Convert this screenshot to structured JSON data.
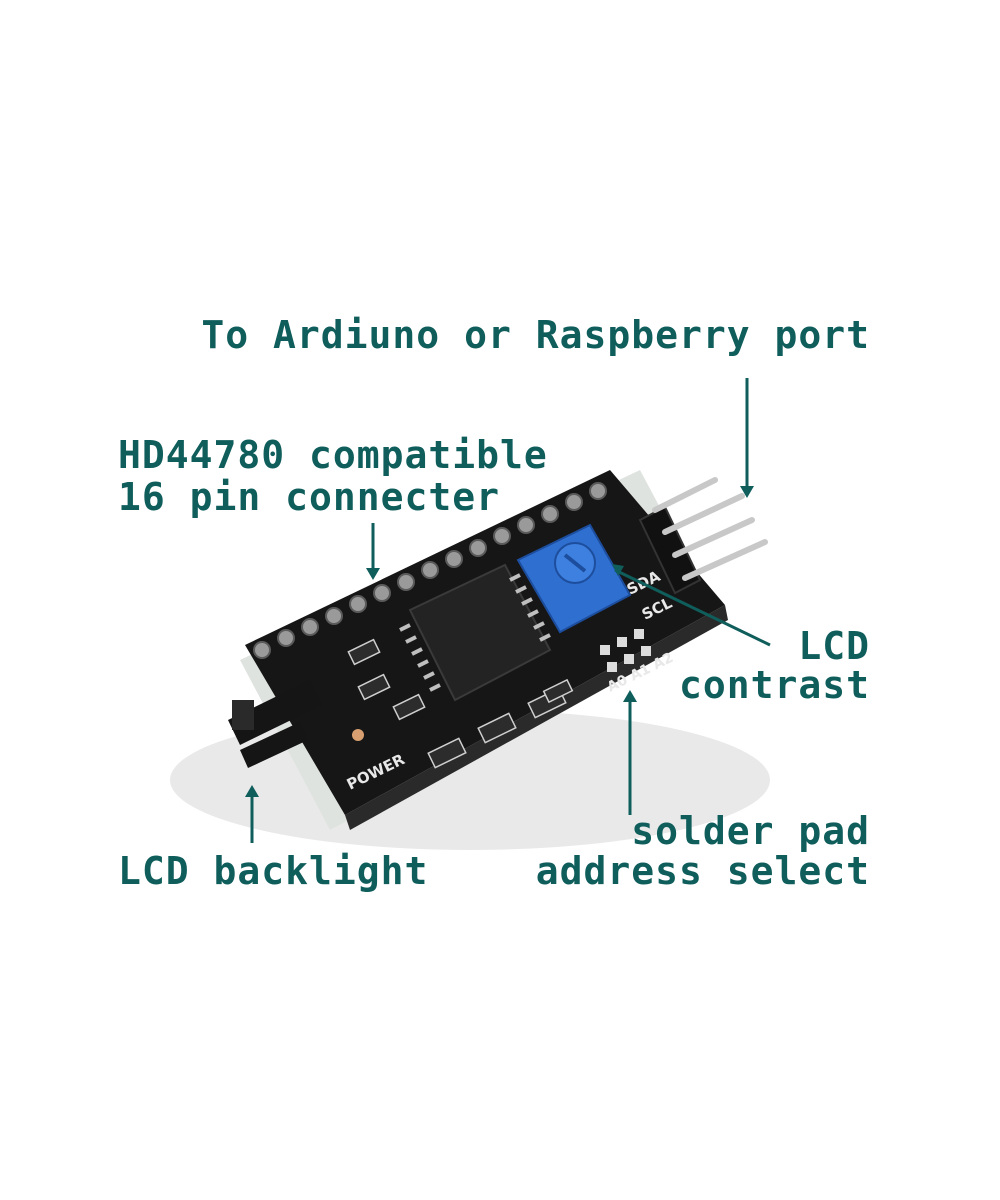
{
  "labels": {
    "port": "To Ardiuno or Raspberry port",
    "hd44780_line1": "HD44780 compatible",
    "hd44780_line2": "16 pin connecter",
    "lcd_contrast_line1": "LCD",
    "lcd_contrast_line2": "contrast",
    "solder_pad_line1": "solder pad",
    "solder_pad_line2": "address select",
    "lcd_backlight": "LCD backlight"
  },
  "silkscreen": {
    "power": "POWER",
    "sda": "SDA",
    "scl": "SCL",
    "address_pads": "A0 A1 A2"
  },
  "colors": {
    "label_text": "#0f5e5c",
    "pcb": "#161616",
    "potentiometer": "#2f6fd0",
    "pins": "#c8c8c8"
  }
}
